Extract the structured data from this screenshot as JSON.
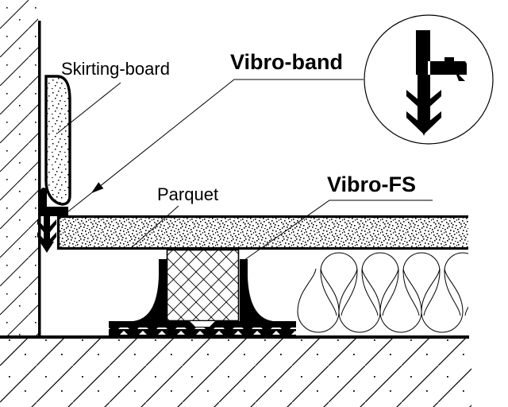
{
  "diagram": {
    "type": "construction-detail-drawing",
    "labels": {
      "skirting_board": "Skirting-board",
      "vibro_band": "Vibro-band",
      "parquet": "Parquet",
      "vibro_fs": "Vibro-FS"
    },
    "detail_circle": {
      "icon": "vibro-band-profile-cross-section",
      "description_visible_text": ""
    },
    "colors": {
      "line": "#000000",
      "background": "#ffffff"
    }
  }
}
